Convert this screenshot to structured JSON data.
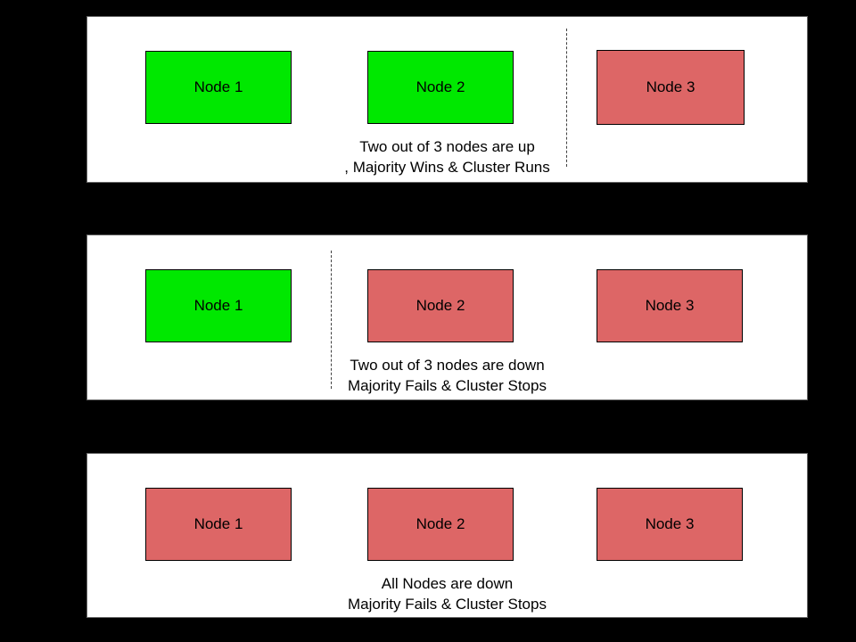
{
  "colors": {
    "background": "#000000",
    "panel_background": "#ffffff",
    "panel_border": "#666666",
    "node_up_fill": "#00e800",
    "node_down_fill": "#dd6666",
    "node_border": "#000000",
    "partition_line": "#404040",
    "text": "#000000"
  },
  "panels": [
    {
      "nodes": [
        {
          "label": "Node 1",
          "status": "up"
        },
        {
          "label": "Node 2",
          "status": "up"
        },
        {
          "label": "Node 3",
          "status": "down"
        }
      ],
      "partition_between": [
        "Node 2",
        "Node 3"
      ],
      "caption_line1": "Two out of 3 nodes are up",
      "caption_line2": ", Majority Wins & Cluster Runs"
    },
    {
      "nodes": [
        {
          "label": "Node 1",
          "status": "up"
        },
        {
          "label": "Node 2",
          "status": "down"
        },
        {
          "label": "Node 3",
          "status": "down"
        }
      ],
      "partition_between": [
        "Node 1",
        "Node 2"
      ],
      "caption_line1": "Two out of 3 nodes are down",
      "caption_line2": "Majority Fails & Cluster Stops"
    },
    {
      "nodes": [
        {
          "label": "Node 1",
          "status": "down"
        },
        {
          "label": "Node 2",
          "status": "down"
        },
        {
          "label": "Node 3",
          "status": "down"
        }
      ],
      "partition_between": null,
      "caption_line1": "All Nodes are down",
      "caption_line2": "Majority Fails & Cluster Stops"
    }
  ]
}
